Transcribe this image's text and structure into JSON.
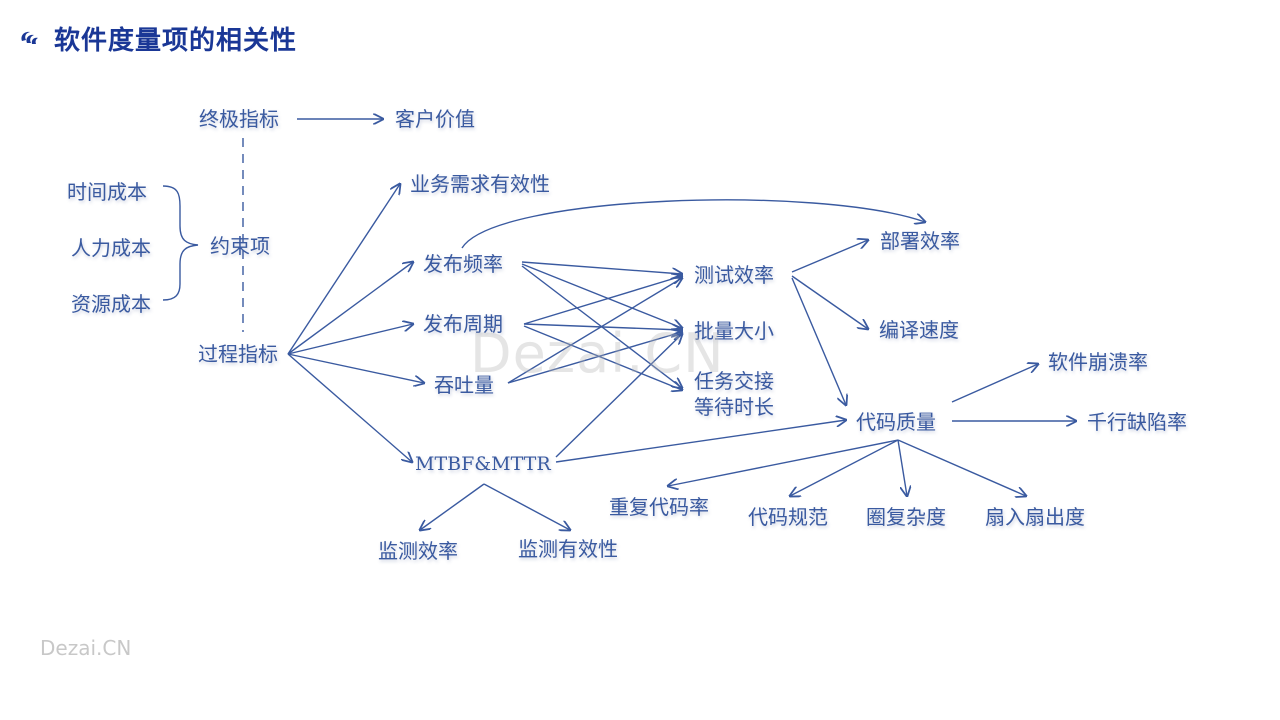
{
  "slide": {
    "title": "软件度量项的相关性",
    "accent_color": "#1a3796",
    "diagram_color": "#3a5aa0",
    "logo_icon": "swirl-logo-icon"
  },
  "nodes": {
    "n_ultimate": "终极指标",
    "n_customer_value": "客户价值",
    "n_time_cost": "时间成本",
    "n_labor_cost": "人力成本",
    "n_resource_cost": "资源成本",
    "n_constraint": "约束项",
    "n_process": "过程指标",
    "n_business": "业务需求有效性",
    "n_release_freq": "发布频率",
    "n_release_cycle": "发布周期",
    "n_throughput": "吞吐量",
    "n_mtbf": "MTBF&MTTR",
    "n_test_eff": "测试效率",
    "n_batch": "批量大小",
    "n_handoff_1": "任务交接",
    "n_handoff_2": "等待时长",
    "n_deploy_eff": "部署效率",
    "n_compile": "编译速度",
    "n_code_quality": "代码质量",
    "n_crash": "软件崩溃率",
    "n_defect": "千行缺陷率",
    "n_dup_rate": "重复代码率",
    "n_code_std": "代码规范",
    "n_complexity": "圈复杂度",
    "n_fan": "扇入扇出度",
    "n_mon_eff": "监测效率",
    "n_mon_valid": "监测有效性"
  },
  "watermarks": {
    "center": "Dezai.CN",
    "corner": "Dezai.CN"
  }
}
